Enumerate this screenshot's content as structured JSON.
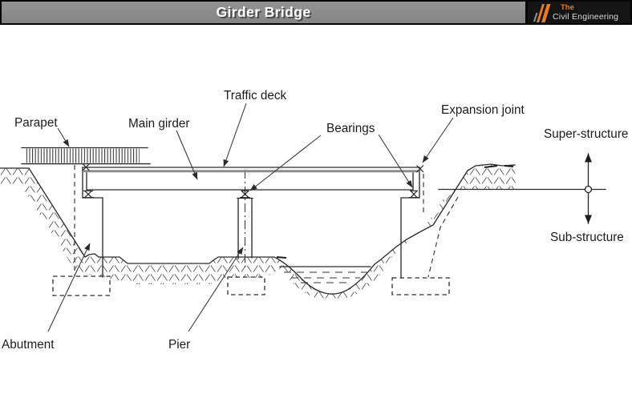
{
  "header": {
    "title": "Girder Bridge",
    "logo": {
      "brand_top": "The",
      "brand_bottom": "Civil Engineering",
      "icon": "triple-slash"
    }
  },
  "labels": {
    "parapet": "Parapet",
    "main_girder": "Main girder",
    "traffic_deck": "Traffic deck",
    "bearings": "Bearings",
    "expansion_joint": "Expansion joint",
    "super_structure": "Super-structure",
    "sub_structure": "Sub-structure",
    "abutment": "Abutment",
    "pier": "Pier"
  },
  "colors": {
    "header_bar": "#8b8b8b",
    "header_frame": "#060606",
    "logo_accent": "#e87b22",
    "logo_text": "#dcdcdc",
    "line": "#2b2b2b",
    "canvas": "#ffffff"
  }
}
